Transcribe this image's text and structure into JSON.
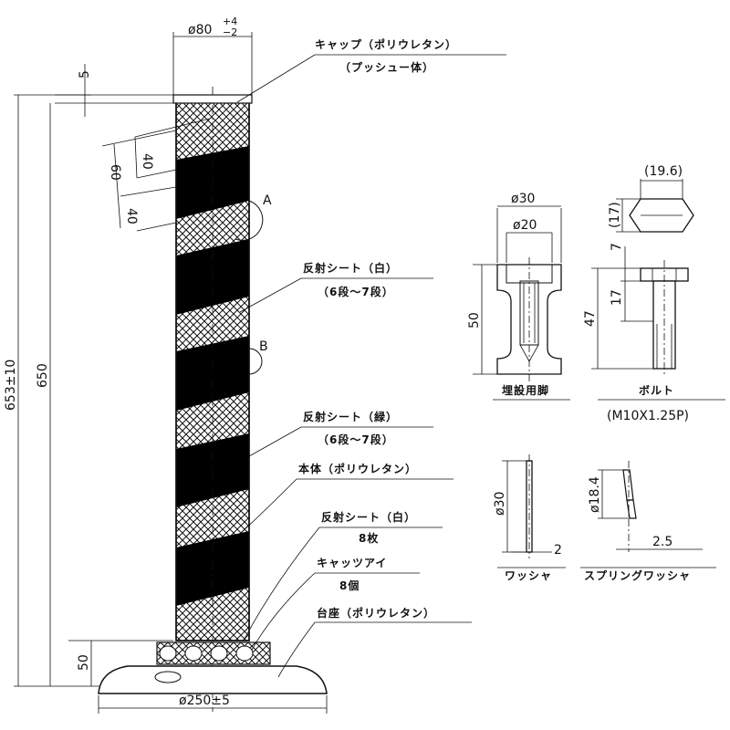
{
  "main_post": {
    "dim_top_diameter": "ø80",
    "dim_top_diameter_tol_upper": "+4",
    "dim_top_diameter_tol_lower": "−2",
    "dim_cap": "5",
    "dim_band_40a": "40",
    "dim_band_60": "60",
    "dim_band_40b": "40",
    "dim_total_height": "653±10",
    "dim_body_height": "650",
    "dim_base_height": "50",
    "dim_base_diameter": "ø250±5",
    "detail_a": "A",
    "detail_b": "B"
  },
  "callouts": {
    "cap_line1": "キャップ（ポリウレタン）",
    "cap_line2": "（プッシュー体）",
    "sheet_white_line1": "反射シート（白）",
    "sheet_white_line2": "（6段〜7段）",
    "sheet_green_line1": "反射シート（緑）",
    "sheet_green_line2": "（6段〜7段）",
    "body": "本体（ポリウレタン）",
    "base_sheet_line1": "反射シート（白）",
    "base_sheet_line2": "8枚",
    "cat_eye_line1": "キャッツアイ",
    "cat_eye_line2": "8個",
    "base": "台座（ポリウレタン）"
  },
  "anchor_part": {
    "dim_outer": "ø30",
    "dim_inner": "ø20",
    "dim_height": "50",
    "label": "埋設用脚"
  },
  "bolt_part": {
    "dim_head": "(19.6)",
    "dim_head_side": "(17)",
    "dim_head_height": "7",
    "dim_shank_upper": "17",
    "dim_length": "47",
    "label": "ボルト",
    "spec": "(M10X1.25P)"
  },
  "washer_part": {
    "dim_diameter": "ø30",
    "dim_thickness": "2",
    "label": "ワッシャ"
  },
  "spring_washer_part": {
    "dim_diameter": "ø18.4",
    "dim_thickness": "2.5",
    "label": "スプリングワッシャ"
  }
}
